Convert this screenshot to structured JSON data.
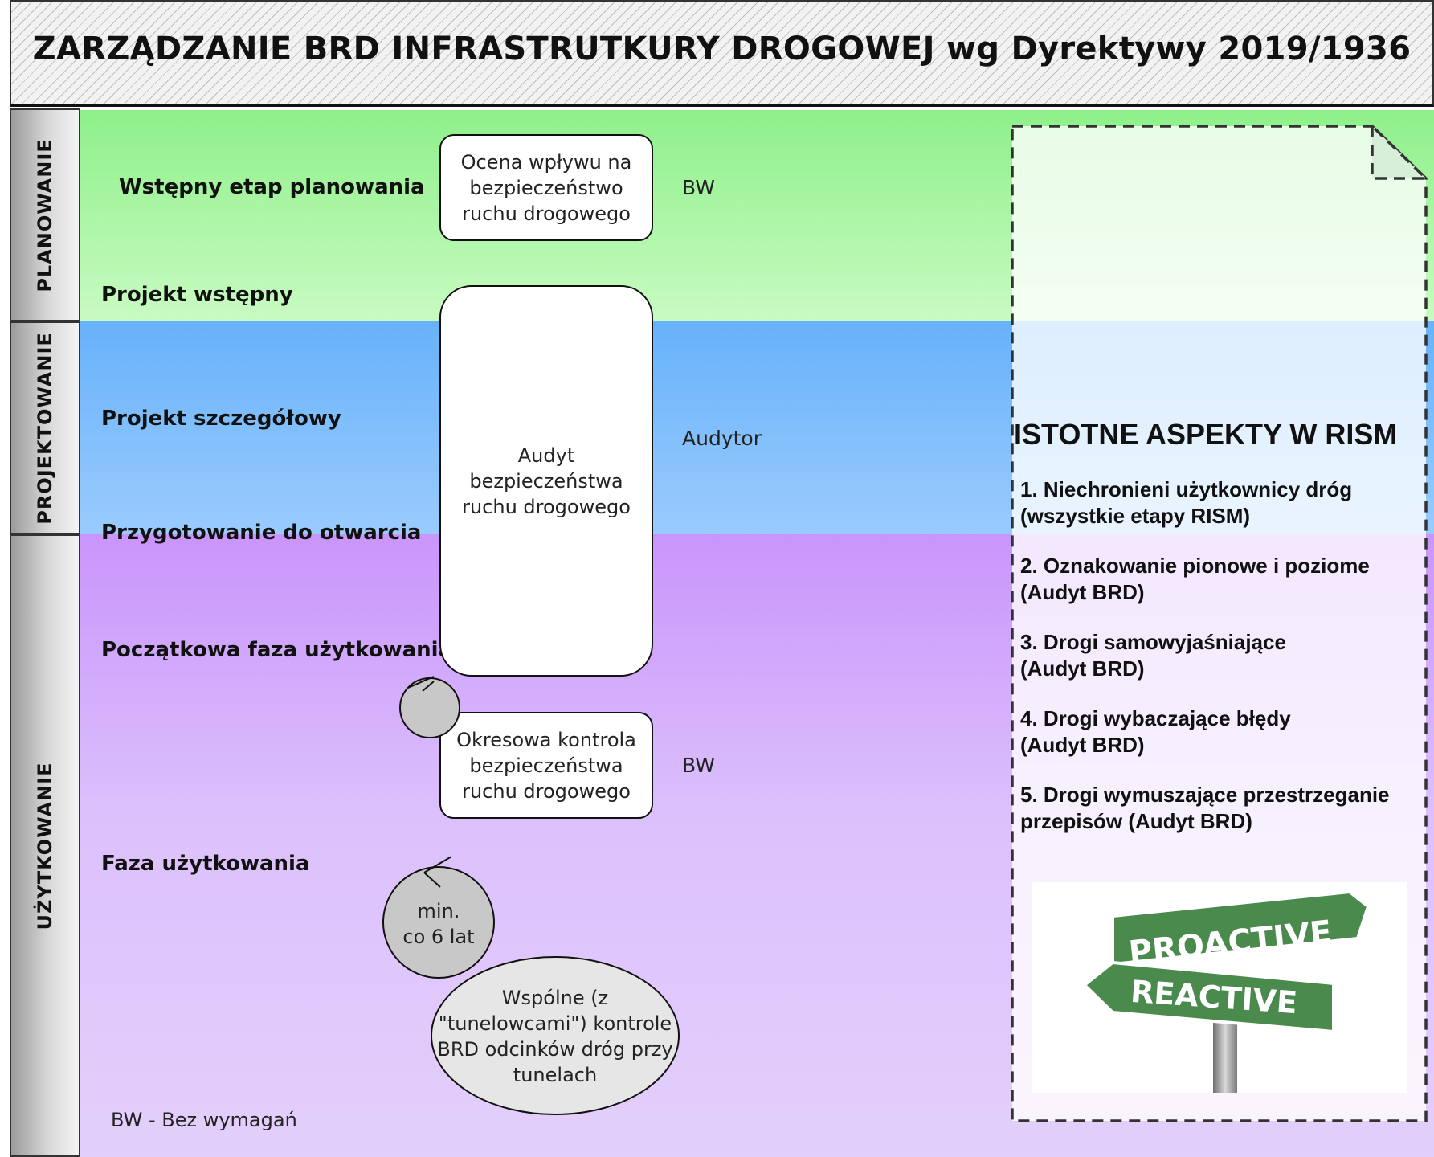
{
  "title": "ZARZĄDZANIE BRD INFRASTRUTKURY DROGOWEJ wg Dyrektywy 2019/1936",
  "lanes": {
    "planning": "PLANOWANIE",
    "design": "PROJEKTOWANIE",
    "usage": "UŻYTKOWANIE"
  },
  "stages": {
    "preliminary_planning": "Wstępny etap planowania",
    "preliminary_design": "Projekt wstępny",
    "detailed_design": "Projekt szczegółowy",
    "pre_opening": "Przygotowanie do otwarcia",
    "early_operation": "Początkowa faza użytkowania",
    "operation": "Faza użytkowania"
  },
  "processes": {
    "impact_assessment": "Ocena wpływu na\nbezpieczeństwo\nruchu drogowego",
    "audit": "Audyt\nbezpieczeństwa\nruchu drogowego",
    "inspection": "Okresowa kontrola\nbezpieczeństwa\nruchu drogowego",
    "joint_inspection": "Wspólne (z\n\"tunelowcami\") kontrole\nBRD odcinków dróg przy\ntunelach",
    "cycle_label": "min.\nco 6 lat"
  },
  "requirements": {
    "impact_assessment": "BW",
    "audit": "Audytor",
    "inspection": "BW"
  },
  "note": "BW - Bez wymagań",
  "aspects": {
    "title": "ISTOTNE ASPEKTY W RISM",
    "items": [
      "1. Niechronieni użytkownicy dróg\n(wszystkie etapy RISM)",
      "2. Oznakowanie pionowe i poziome\n(Audyt   BRD)",
      "3. Drogi samowyjaśniające\n(Audyt BRD)",
      "4. Drogi wybaczające błędy\n(Audyt BRD)",
      "5. Drogi wymuszające przestrzeganie\n przepisów (Audyt BRD)"
    ]
  },
  "signpost": {
    "top_sign": "PROACTIVE",
    "bottom_sign": "REACTIVE",
    "sign_color": "#4a8a4d"
  }
}
